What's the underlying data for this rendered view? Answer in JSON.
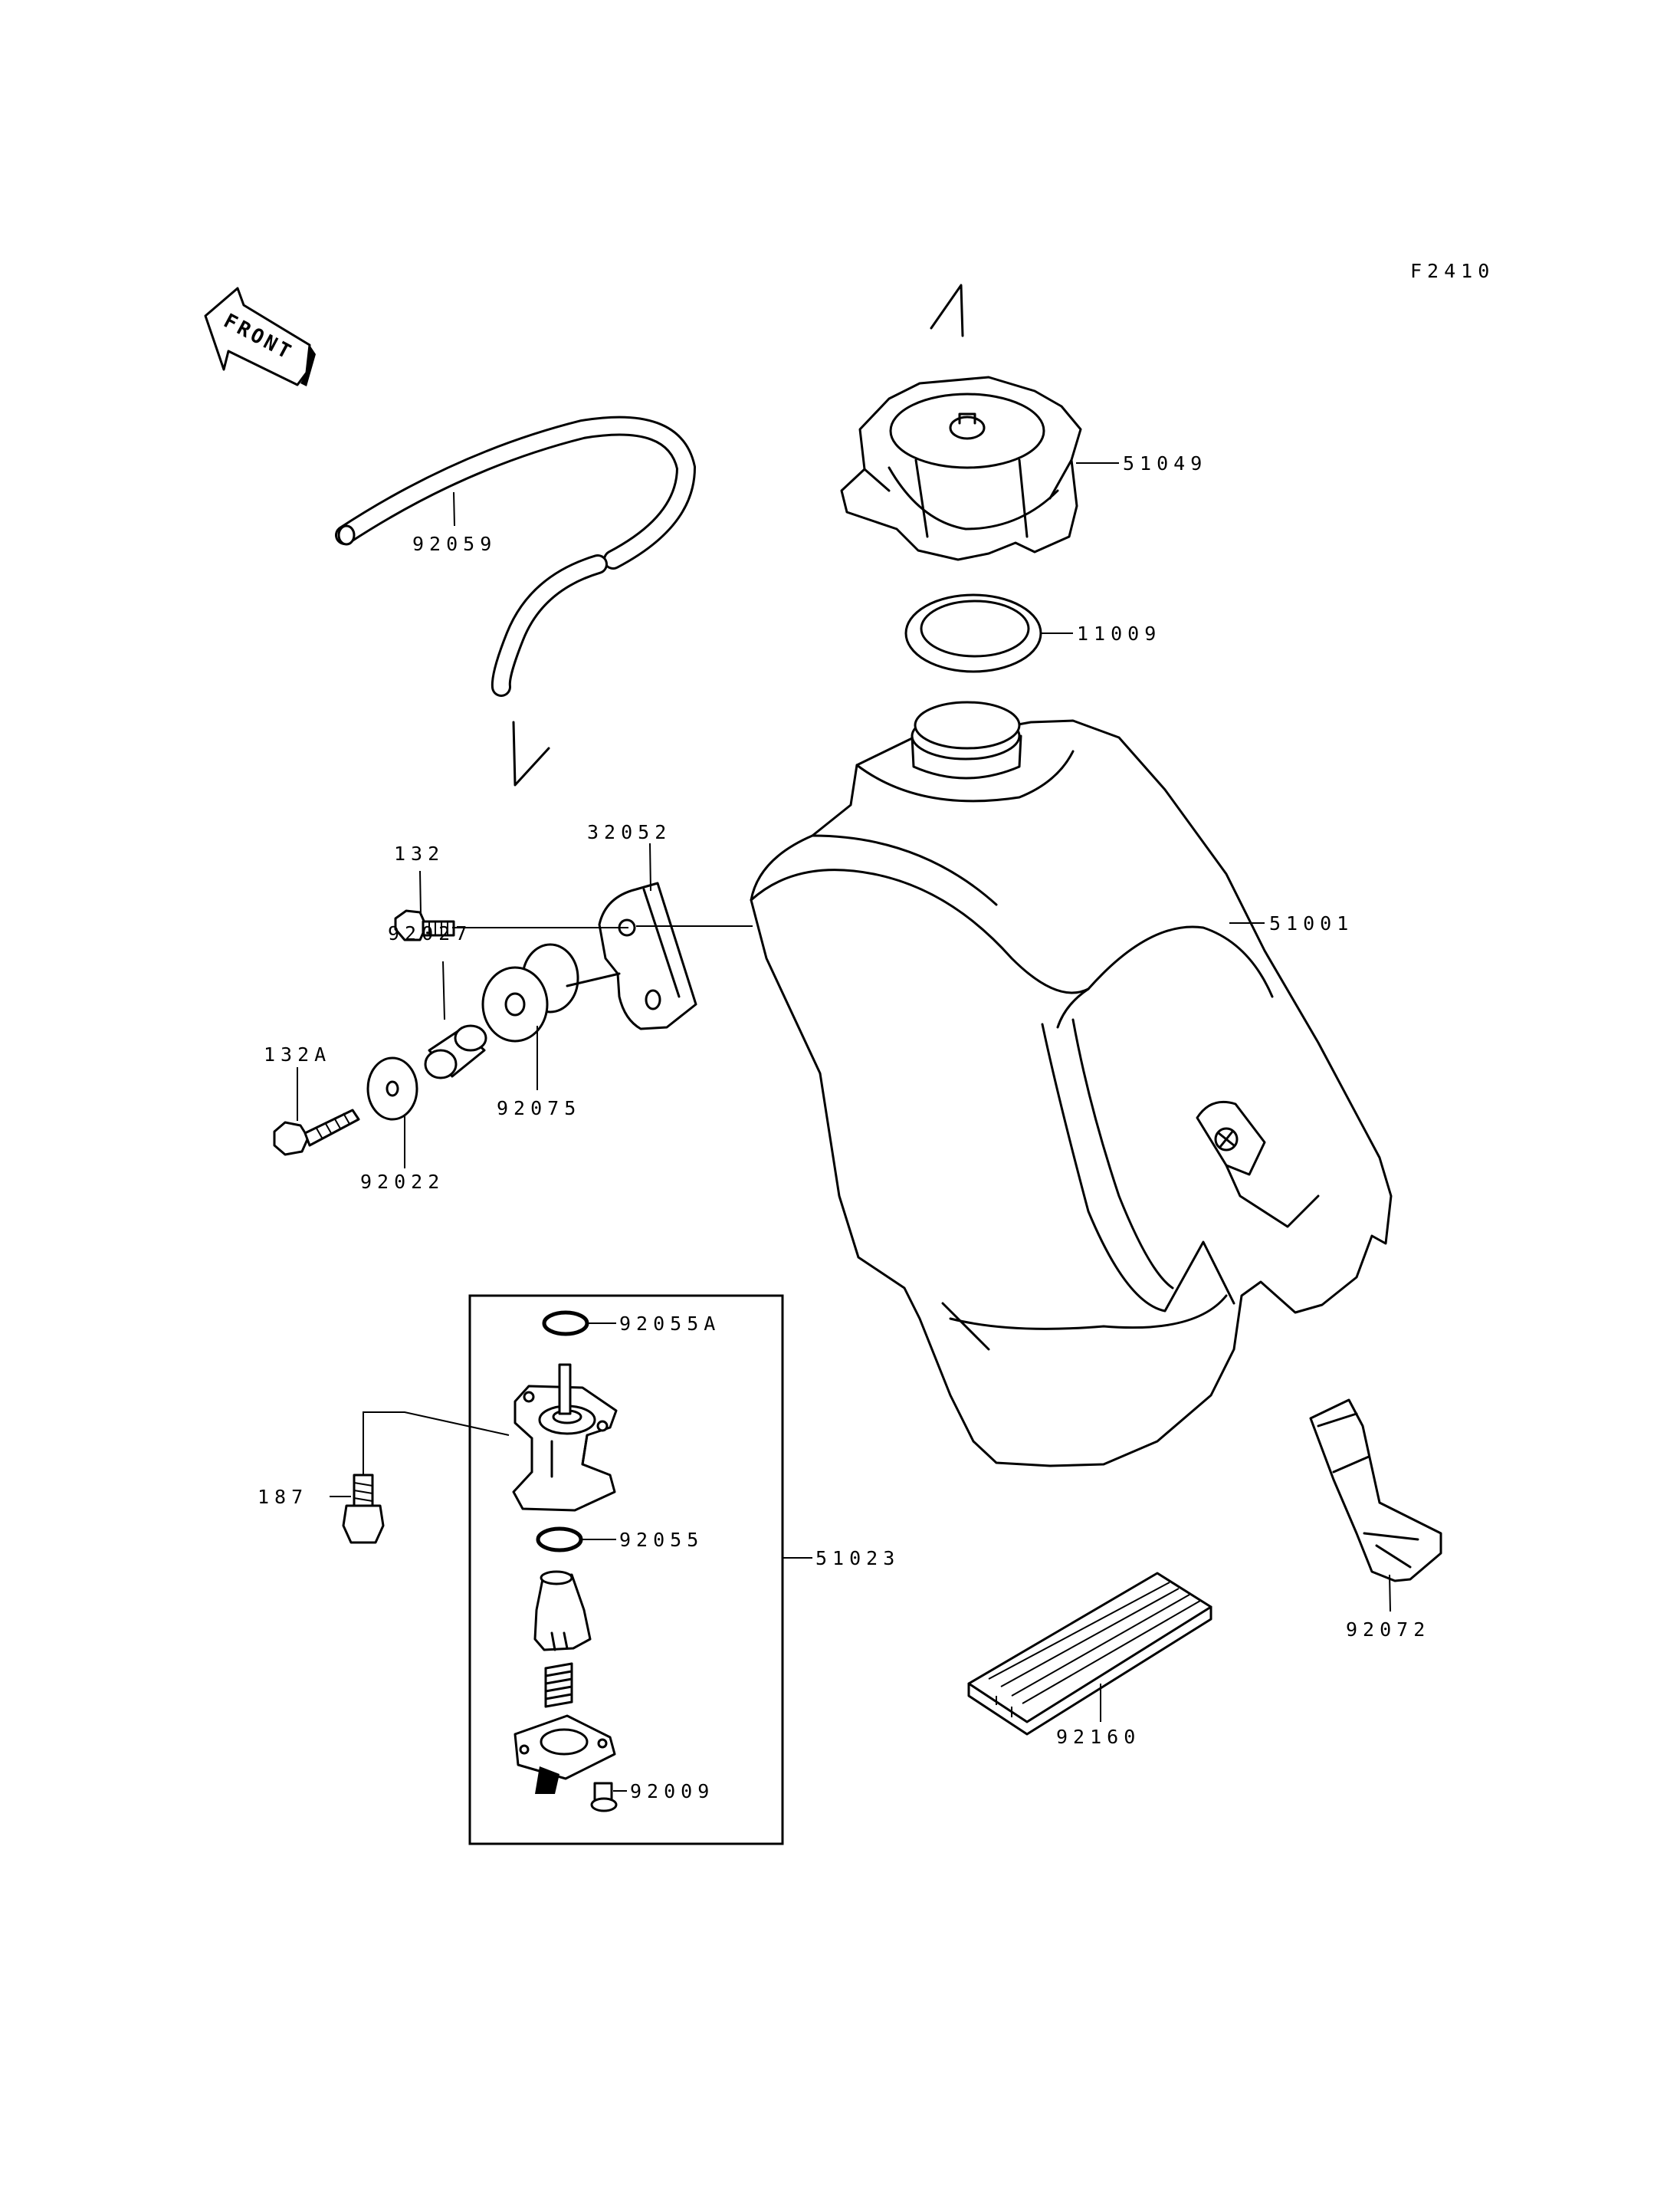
{
  "diagram": {
    "figure_code": "F2410",
    "front_label": "FRONT",
    "callouts": {
      "p51049": "51049",
      "p11009": "11009",
      "p92059": "92059",
      "p51001": "51001",
      "p32052": "32052",
      "p132": "132",
      "p92027": "92027",
      "p132A": "132A",
      "p92075": "92075",
      "p92022": "92022",
      "p92055A": "92055A",
      "p187": "187",
      "p92055": "92055",
      "p51023": "51023",
      "p92009": "92009",
      "p92072": "92072",
      "p92160": "92160"
    }
  }
}
